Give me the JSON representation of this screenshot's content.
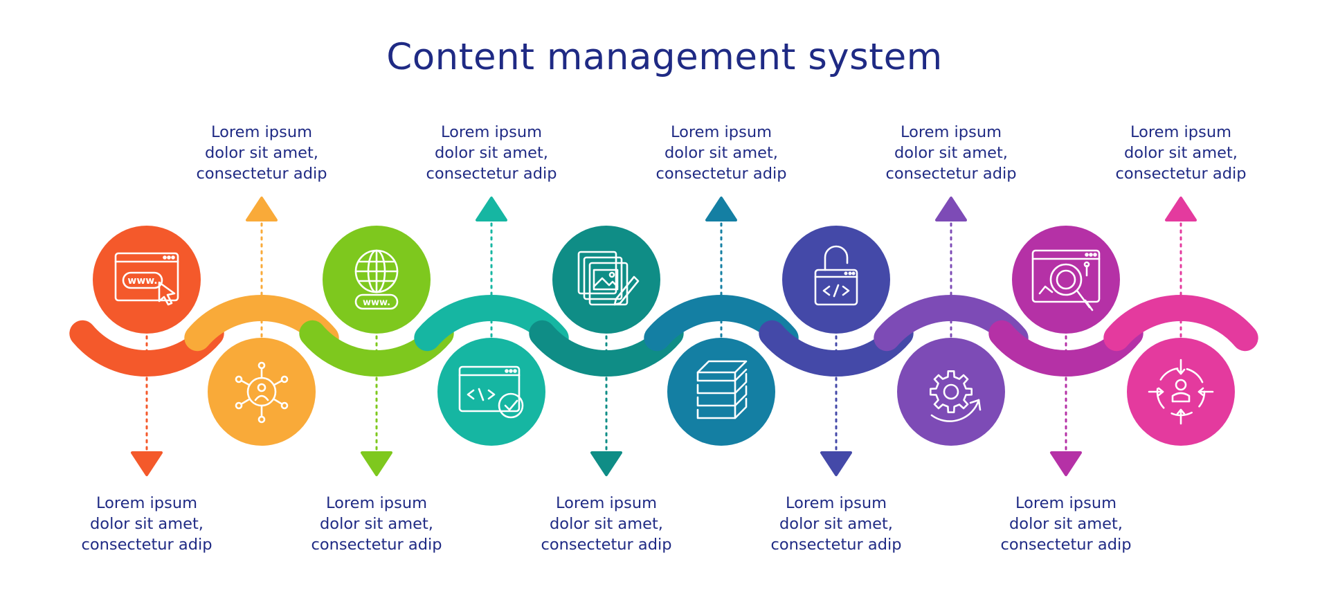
{
  "title": "Content management system",
  "steps": [
    {
      "label": "Website",
      "color": "#f4592b",
      "icon": "browser-www-cursor-icon"
    },
    {
      "label": "Network",
      "color": "#f9aa39",
      "icon": "person-network-icon"
    },
    {
      "label": "Domain",
      "color": "#7ec81e",
      "icon": "globe-www-icon"
    },
    {
      "label": "HTML",
      "color": "#16b6a2",
      "icon": "code-window-check-icon"
    },
    {
      "label": "Content",
      "color": "#0f8d86",
      "icon": "images-pencil-icon"
    },
    {
      "label": "Data Base",
      "color": "#147fa3",
      "icon": "layers-icon"
    },
    {
      "label": "Open-source",
      "color": "#4449a8",
      "icon": "open-lock-code-icon"
    },
    {
      "label": "Support",
      "color": "#7d4bb6",
      "icon": "gear-refresh-icon"
    },
    {
      "label": "Analysis",
      "color": "#b531a6",
      "icon": "analytics-magnifier-icon"
    },
    {
      "label": "Target",
      "color": "#e43a9e",
      "icon": "target-person-icon"
    }
  ],
  "descriptions": [
    [
      "Lorem ipsum",
      "dolor sit amet,",
      "consectetur adip"
    ],
    [
      "Lorem ipsum",
      "dolor sit amet,",
      "consectetur adip"
    ],
    [
      "Lorem ipsum",
      "dolor sit amet,",
      "consectetur adip"
    ],
    [
      "Lorem ipsum",
      "dolor sit amet,",
      "consectetur adip"
    ],
    [
      "Lorem ipsum",
      "dolor sit amet,",
      "consectetur adip"
    ],
    [
      "Lorem ipsum",
      "dolor sit amet,",
      "consectetur adip"
    ],
    [
      "Lorem ipsum",
      "dolor sit amet,",
      "consectetur adip"
    ],
    [
      "Lorem ipsum",
      "dolor sit amet,",
      "consectetur adip"
    ],
    [
      "Lorem ipsum",
      "dolor sit amet,",
      "consectetur adip"
    ],
    [
      "Lorem ipsum",
      "dolor sit amet,",
      "consectetur adip"
    ]
  ]
}
